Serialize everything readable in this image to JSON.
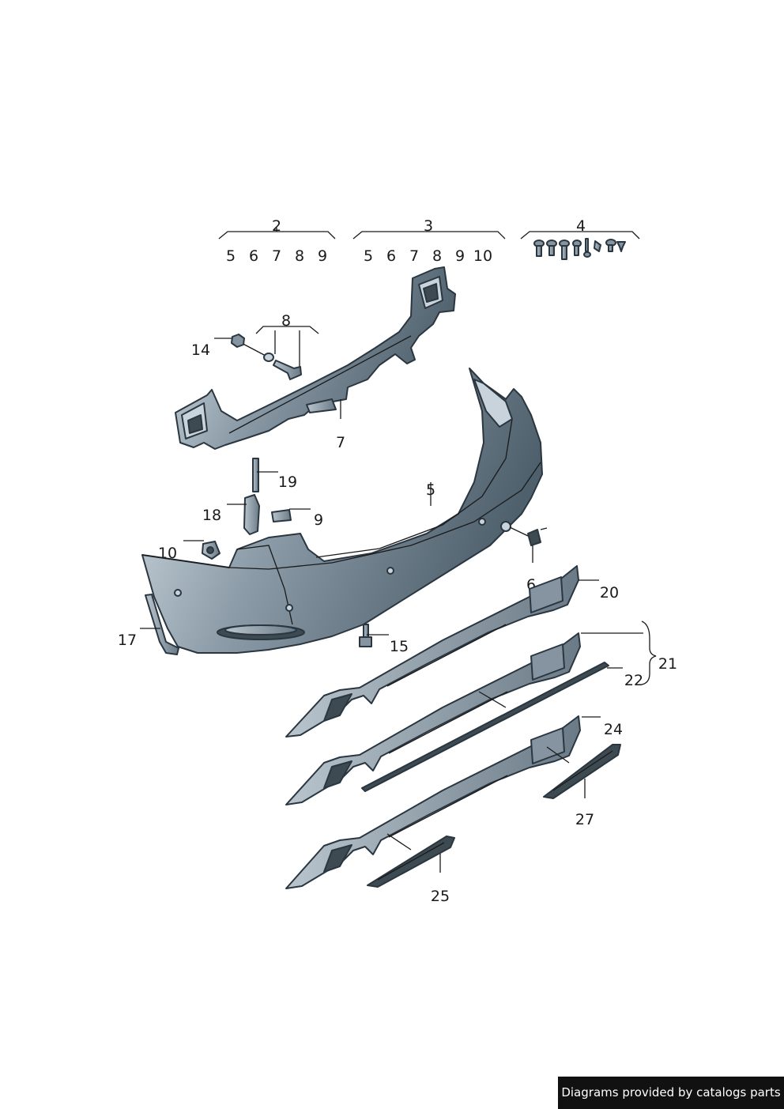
{
  "credit": "Diagrams provided by catalogs parts",
  "labels": {
    "group_2": "2",
    "group_3": "3",
    "group_4": "4",
    "group_2_items": [
      "5",
      "6",
      "7",
      "8",
      "9"
    ],
    "group_3_items": [
      "5",
      "6",
      "7",
      "8",
      "9",
      "10"
    ],
    "group_8": "8",
    "p14": "14",
    "p7": "7",
    "p19": "19",
    "p5": "5",
    "p18": "18",
    "p9": "9",
    "p10": "10",
    "p6": "6",
    "p20": "20",
    "p17": "17",
    "p15": "15",
    "p21": "21",
    "p22": "22",
    "p24": "24",
    "p27": "27",
    "p25": "25"
  },
  "colors": {
    "outline": "#2a3640",
    "bumper_light": "#c6d2da",
    "bumper_dark": "#5d6e7b"
  }
}
